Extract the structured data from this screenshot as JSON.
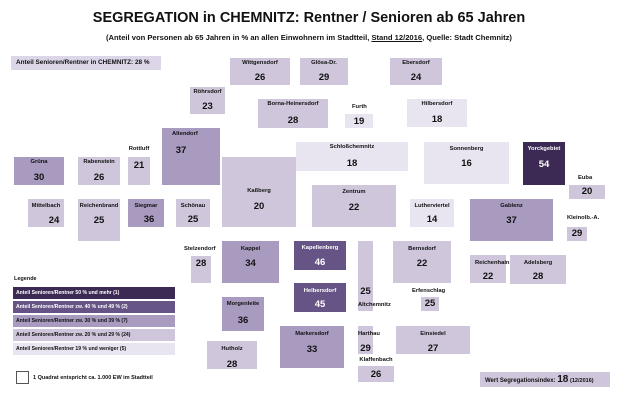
{
  "header": {
    "title": "SEGREGATION in CHEMNITZ: Rentner / Senioren ab 65 Jahren",
    "subtitle_a": "(Anteil von Personen ab 65 Jahren in % an allen Einwohnern im Stadtteil, ",
    "subtitle_b": "Stand 12/2016",
    "subtitle_c": ", Quelle: Stadt Chemnitz)"
  },
  "city_share": "Anteil Senioren/Rentner in CHEMNITZ: 28 %",
  "districts": [
    {
      "name": "Wittgensdorf",
      "value": "26",
      "cls": "c4"
    },
    {
      "name": "Glösa-Dr.",
      "value": "29",
      "cls": "c4"
    },
    {
      "name": "Ebersdorf",
      "value": "24",
      "cls": "c4"
    },
    {
      "name": "Röhrsdorf",
      "value": "23",
      "cls": "c4"
    },
    {
      "name": "Borna-Heinersdorf",
      "value": "28",
      "cls": "c4"
    },
    {
      "name": "Furth",
      "value": "19",
      "cls": "c5"
    },
    {
      "name": "Hilbersdorf",
      "value": "18",
      "cls": "c5"
    },
    {
      "name": "Altendorf",
      "value": "37",
      "cls": "c3"
    },
    {
      "name": "Schloßchemnitz",
      "value": "18",
      "cls": "c5"
    },
    {
      "name": "Sonnenberg",
      "value": "16",
      "cls": "c5"
    },
    {
      "name": "Yorckgebiet",
      "value": "54",
      "cls": "c1"
    },
    {
      "name": "Grüna",
      "value": "30",
      "cls": "c3"
    },
    {
      "name": "Rabenstein",
      "value": "26",
      "cls": "c4"
    },
    {
      "name": "Rottluff",
      "value": "21",
      "cls": "c4"
    },
    {
      "name": "Euba",
      "value": "20",
      "cls": "c4"
    },
    {
      "name": "Kaßberg",
      "value": "20",
      "cls": "c4"
    },
    {
      "name": "Zentrum",
      "value": "22",
      "cls": "c4"
    },
    {
      "name": "Mittelbach",
      "value": "24",
      "cls": "c4"
    },
    {
      "name": "Reichenbrand",
      "value": "25",
      "cls": "c4"
    },
    {
      "name": "Siegmar",
      "value": "36",
      "cls": "c3"
    },
    {
      "name": "Schönau",
      "value": "25",
      "cls": "c4"
    },
    {
      "name": "Lutherviertel",
      "value": "14",
      "cls": "c5"
    },
    {
      "name": "Gablenz",
      "value": "37",
      "cls": "c3"
    },
    {
      "name": "Kleinolb.-A.",
      "value": "29",
      "cls": "c4"
    },
    {
      "name": "Stelzendorf",
      "value": "28",
      "cls": "c4"
    },
    {
      "name": "Kappel",
      "value": "34",
      "cls": "c3"
    },
    {
      "name": "Kapellenberg",
      "value": "46",
      "cls": "c2"
    },
    {
      "name": "Bernsdorf",
      "value": "22",
      "cls": "c4"
    },
    {
      "name": "Reichenhain",
      "value": "22",
      "cls": "c4"
    },
    {
      "name": "Adelsberg",
      "value": "28",
      "cls": "c4"
    },
    {
      "name": "Erfenschlag",
      "value": "25",
      "cls": "c4"
    },
    {
      "name": "Morgenleite",
      "value": "36",
      "cls": "c3"
    },
    {
      "name": "Helbersdorf",
      "value": "45",
      "cls": "c2"
    },
    {
      "name": "Altchemnitz",
      "value": "25",
      "cls": "c4"
    },
    {
      "name": "Markersdorf",
      "value": "33",
      "cls": "c3"
    },
    {
      "name": "Harthau",
      "value": "29",
      "cls": "c4"
    },
    {
      "name": "Einsiedel",
      "value": "27",
      "cls": "c4"
    },
    {
      "name": "Hutholz",
      "value": "28",
      "cls": "c4"
    },
    {
      "name": "Klaffenbach",
      "value": "26",
      "cls": "c4"
    }
  ],
  "legend": {
    "title": "Legende",
    "items": [
      {
        "label": "Anteil Senioren/Rentner 50 % und mehr (1)",
        "color": "#3c2a55"
      },
      {
        "label": "Anteil Senioren/Rentner zw. 40 % und 49 % (2)",
        "color": "#655485"
      },
      {
        "label": "Anteil Senioren/Rentner zw. 30 % und 39 % (7)",
        "color": "#a99ac0"
      },
      {
        "label": "Anteil Senioren/Rentner zw. 20 % und 29 % (24)",
        "color": "#cfc6dc"
      },
      {
        "label": "Anteil Senioren/Rentner 19 % und weniger (5)",
        "color": "#e9e5f0"
      }
    ],
    "square_note": "1 Quadrat entspricht ca. 1.000 EW im Stadtteil"
  },
  "index": {
    "label": "Wert Segregationsindex:",
    "value": "18",
    "stand": "(12/2016)"
  }
}
